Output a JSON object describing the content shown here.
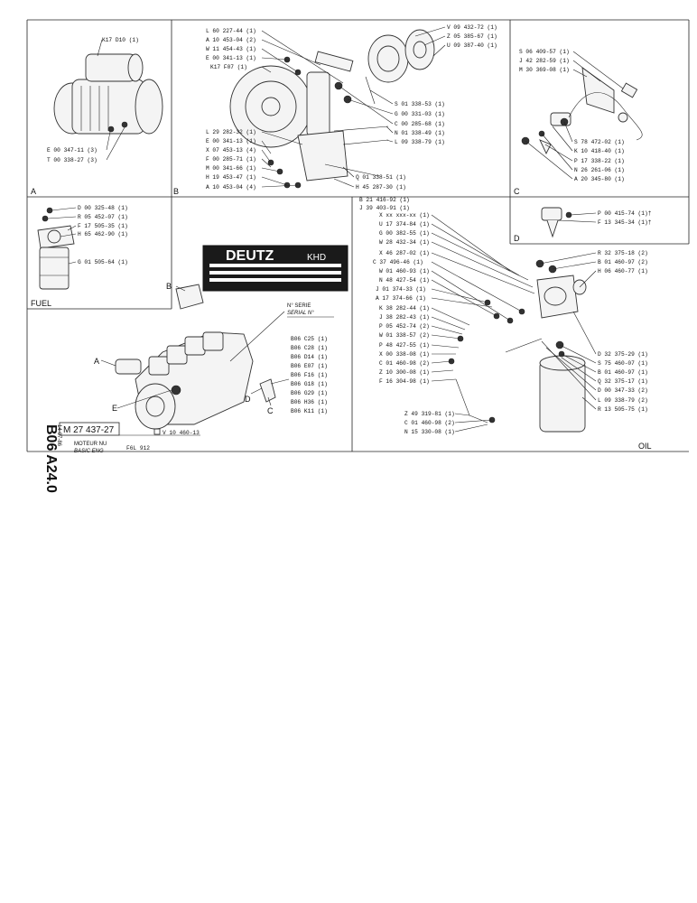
{
  "sheet": {
    "vertical_code": "B06 A24.0",
    "vertical_date": "14-07-86",
    "part_number": "M 27 437-27",
    "title_fr": "MOTEUR NU",
    "title_en": "BASIC ENG",
    "model": "F6L 912",
    "ref_bottom": "V 10 460-13"
  },
  "panelA": {
    "letter": "A",
    "labels": [
      "K17 D10 (1)",
      "E 00 347-11 (3)",
      "T 00 338-27 (3)"
    ]
  },
  "panelB": {
    "letter": "B",
    "labels_left_top": [
      "L 60 227-44 (1)",
      "A 10 453-04 (2)",
      "W 11 454-43 (1)",
      "E 00 341-13 (1)",
      "K17 F07 (1)"
    ],
    "labels_left_bottom": [
      "L 29 282-32 (1)",
      "E 00 341-13 (1)",
      "X 07 453-13 (4)",
      "F 00 285-71 (1)",
      "M 00 341-66 (1)",
      "H 19 453-47 (1)",
      "A 10 453-04 (4)"
    ],
    "labels_right_top": [
      "V 09 432-72 (1)",
      "Z 05 385-67 (1)",
      "U 09 387-40 (1)"
    ],
    "labels_right_mid": [
      "S 01 338-53 (1)",
      "G 00 331-03 (1)",
      "C 00 285-68 (1)",
      "N 01 338-49 (1)",
      "L 09 338-79 (1)"
    ],
    "labels_right_bottom": [
      "Q 01 338-51 (1)",
      "H 45 287-30 (1)"
    ]
  },
  "panelC": {
    "letter": "C",
    "labels_top": [
      "S 06 409-57 (1)",
      "J 42 282-59 (1)",
      "M 30 369-08 (1)"
    ],
    "labels_bottom": [
      "S 78 472-02 (1)",
      "K 10 418-40 (1)",
      "P 17 338-22 (1)",
      "N 26 261-06 (1)",
      "A 20 345-80 (1)"
    ]
  },
  "panelD": {
    "letter": "D",
    "labels": [
      "P 00 415-74 (1)†",
      "F 13 345-34 (1)†"
    ]
  },
  "panelFuel": {
    "caption": "FUEL",
    "labels_top": [
      "D 00 325-48 (1)",
      "R 05 452-07 (1)",
      "F 17 505-35 (1)",
      "H 65 462-90 (1)"
    ],
    "label_bottom": "G 01 505-64 (1)"
  },
  "engine": {
    "brand": "DEUTZ",
    "brand_suffix": "KHD",
    "serial_fr": "N° SERIE",
    "serial_en": "SERIAL N°",
    "letters": [
      "A",
      "B",
      "C",
      "D",
      "E"
    ],
    "refs": [
      "B06 C25 (1)",
      "B06 C28 (1)",
      "B06 D14 (1)",
      "B06 E07 (1)",
      "B06 F16 (1)",
      "B06 G18 (1)",
      "B06 G29 (1)",
      "B06 H36 (1)",
      "B06 K11 (1)"
    ]
  },
  "panelOil": {
    "caption": "OIL",
    "labels_top": [
      "B 21 416-92 (1)",
      "J 39 403-91 (1)"
    ],
    "labels_left": [
      "X xx xxx-xx (1)",
      "U 17 374-84 (1)",
      "G 00 382-55 (1)",
      "W 28 432-34 (1)",
      "X 46 287-02 (1)",
      "C 37 496-46 (1)",
      "W 01 460-93 (1)",
      "N 48 427-54 (1)",
      "J 01 374-33 (1)",
      "A 17 374-66 (1)",
      "K 38 282-44 (1)",
      "J 38 282-43 (1)",
      "P 05 452-74 (2)",
      "W 01 338-57 (2)",
      "P 48 427-55 (1)",
      "X 00 338-08 (1)",
      "C 01 460-98 (2)",
      "Z 10 300-08 (1)",
      "F 16 304-98 (1)"
    ],
    "labels_bottom_left": [
      "Z 49 319-81 (1)",
      "C 01 460-98 (2)",
      "N 15 330-08 (1)"
    ],
    "labels_right_top": [
      "R 32 375-18 (2)",
      "B 01 460-97 (2)",
      "H 06 460-77 (1)"
    ],
    "labels_right_bottom": [
      "D 32 375-29 (1)",
      "S 75 460-07 (1)",
      "B 01 460-97 (1)",
      "Q 32 375-17 (1)",
      "D 00 347-33 (2)",
      "L 09 338-79 (2)",
      "R 13 505-75 (1)"
    ]
  }
}
